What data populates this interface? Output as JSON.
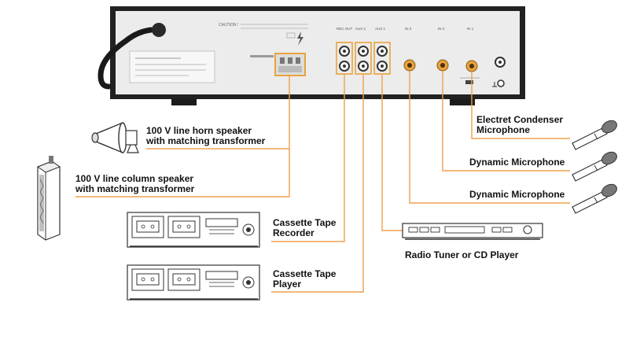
{
  "amplifier": {
    "caution": "CAUTION !",
    "inputs": [
      "REC OUT",
      "AUX 2",
      "AUX 1",
      "IN 3",
      "IN 2",
      "IN 1"
    ]
  },
  "devices": {
    "horn_speaker": {
      "line1": "100 V line horn speaker",
      "line2": "with matching transformer"
    },
    "column_speaker": {
      "line1": "100 V line column speaker",
      "line2": "with matching transformer"
    },
    "cassette_recorder": {
      "line1": "Cassette Tape",
      "line2": "Recorder"
    },
    "cassette_player": {
      "line1": "Cassette Tape",
      "line2": "Player"
    },
    "radio_tuner": {
      "label": "Radio Tuner or CD Player"
    },
    "electret_mic": {
      "line1": "Electret Condenser",
      "line2": "Microphone"
    },
    "dynamic_mic_1": {
      "label": "Dynamic Microphone"
    },
    "dynamic_mic_2": {
      "label": "Dynamic Microphone"
    }
  },
  "colors": {
    "connector": "#e8a33c",
    "line": "#f0a050",
    "panel": "#e9e9e9",
    "chassis": "#222222"
  }
}
